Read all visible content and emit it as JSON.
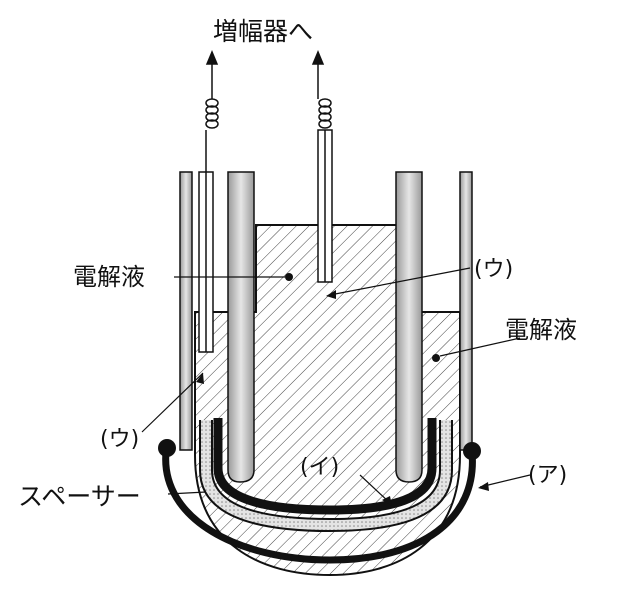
{
  "labels": {
    "to_amplifier": "増幅器へ",
    "electrolyte_left": "電解液",
    "electrolyte_right": "電解液",
    "u_top": "(ウ)",
    "u_left": "(ウ)",
    "i": "(イ)",
    "a": "(ア)",
    "spacer": "スペーサー"
  },
  "colors": {
    "line": "#111111",
    "hatch": "#333333",
    "glass": "#c8c8c8",
    "membrane": "#222222",
    "spacer": "#d9d9d9"
  }
}
